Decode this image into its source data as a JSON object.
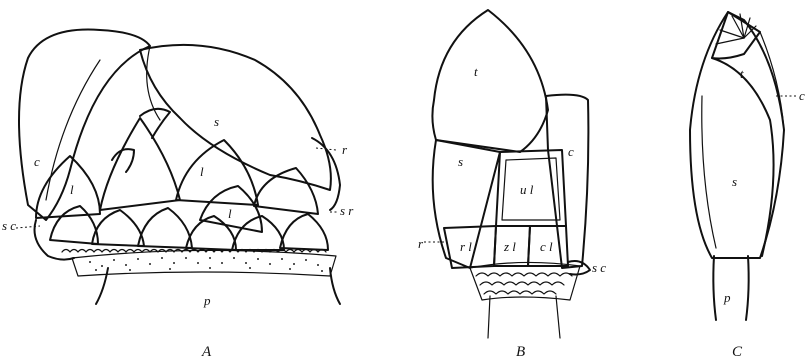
{
  "figures": [
    {
      "id": "A",
      "caption": "A",
      "labels": {
        "s": "s",
        "c": "c",
        "l1": "l",
        "l2": "l",
        "l3": "l",
        "r": "r",
        "sr": "s r",
        "sc": "s c",
        "p": "p"
      }
    },
    {
      "id": "B",
      "caption": "B",
      "labels": {
        "t": "t",
        "s": "s",
        "c": "c",
        "ul": "u l",
        "rl": "r l",
        "zl": "z l",
        "cl": "c l",
        "r": "r",
        "sc": "s c"
      }
    },
    {
      "id": "C",
      "caption": "C",
      "labels": {
        "t": "t",
        "c": "c",
        "s": "s",
        "p": "p"
      }
    }
  ]
}
